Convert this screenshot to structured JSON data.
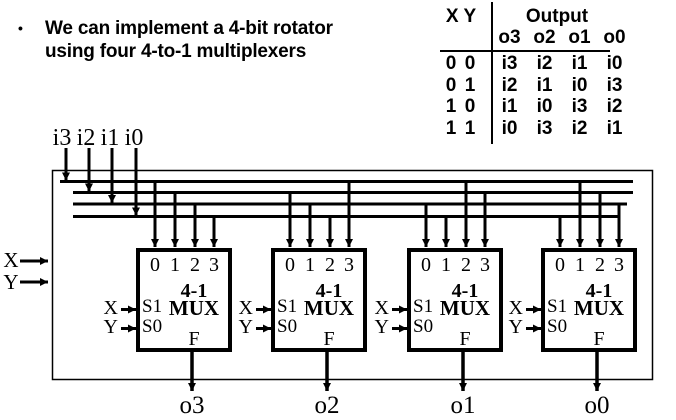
{
  "bullet": {
    "symbol": "•",
    "line1": "We can implement a 4-bit rotator",
    "line2": "using four 4-to-1 multiplexers"
  },
  "truth_table": {
    "header_left": "X Y",
    "header_right": "Output",
    "subheader": [
      "o3",
      "o2",
      "o1",
      "o0"
    ],
    "rows": [
      {
        "x": "0",
        "y": "0",
        "o": [
          "i3",
          "i2",
          "i1",
          "i0"
        ]
      },
      {
        "x": "0",
        "y": "1",
        "o": [
          "i2",
          "i1",
          "i0",
          "i3"
        ]
      },
      {
        "x": "1",
        "y": "0",
        "o": [
          "i1",
          "i0",
          "i3",
          "i2"
        ]
      },
      {
        "x": "1",
        "y": "1",
        "o": [
          "i0",
          "i3",
          "i2",
          "i1"
        ]
      }
    ]
  },
  "diagram": {
    "bit_inputs": [
      "i3",
      "i2",
      "i1",
      "i0"
    ],
    "bit_outputs": [
      "o3",
      "o2",
      "o1",
      "o0"
    ],
    "select_x": "X",
    "select_y": "Y",
    "mux": {
      "inputs": [
        "0",
        "1",
        "2",
        "3"
      ],
      "title1": "4-1",
      "title2": "MUX",
      "s1": "S1",
      "s0": "S0",
      "f": "F"
    },
    "colors": {
      "ink": "#000000",
      "background": "#ffffff"
    }
  }
}
